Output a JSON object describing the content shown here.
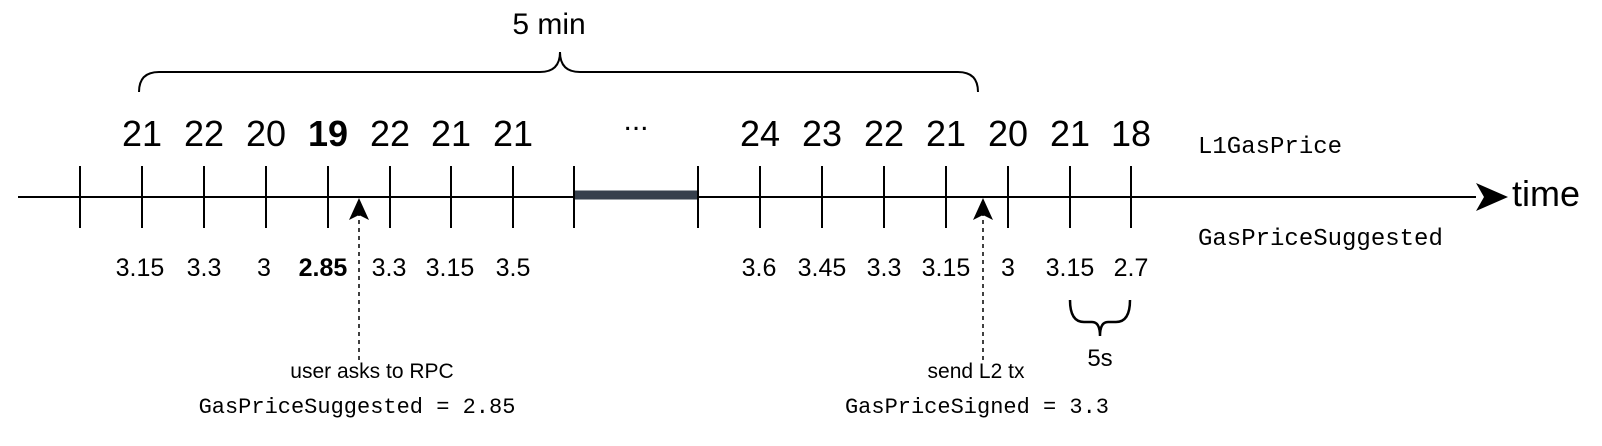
{
  "window_label": "5 min",
  "interval_label": "5s",
  "gap_label": "...",
  "axis_label": "time",
  "row_labels": {
    "top": "L1GasPrice",
    "bottom": "GasPriceSuggested"
  },
  "l1_gas_prices": [
    "21",
    "22",
    "20",
    "19",
    "22",
    "21",
    "21",
    "24",
    "23",
    "22",
    "21",
    "20",
    "21",
    "18"
  ],
  "gas_price_suggested": [
    "3.15",
    "3.3",
    "3",
    "2.85",
    "3.3",
    "3.15",
    "3.5",
    "3.6",
    "3.45",
    "3.3",
    "3.15",
    "3",
    "3.15",
    "2.7"
  ],
  "highlighted_index": 3,
  "annotations": {
    "left": {
      "caption": "user asks to RPC",
      "formula": "GasPriceSuggested = 2.85"
    },
    "right": {
      "caption": "send L2 tx",
      "formula": "GasPriceSigned = 3.3"
    }
  },
  "colors": {
    "line": "#000000",
    "gap_bar": "#36404d"
  }
}
